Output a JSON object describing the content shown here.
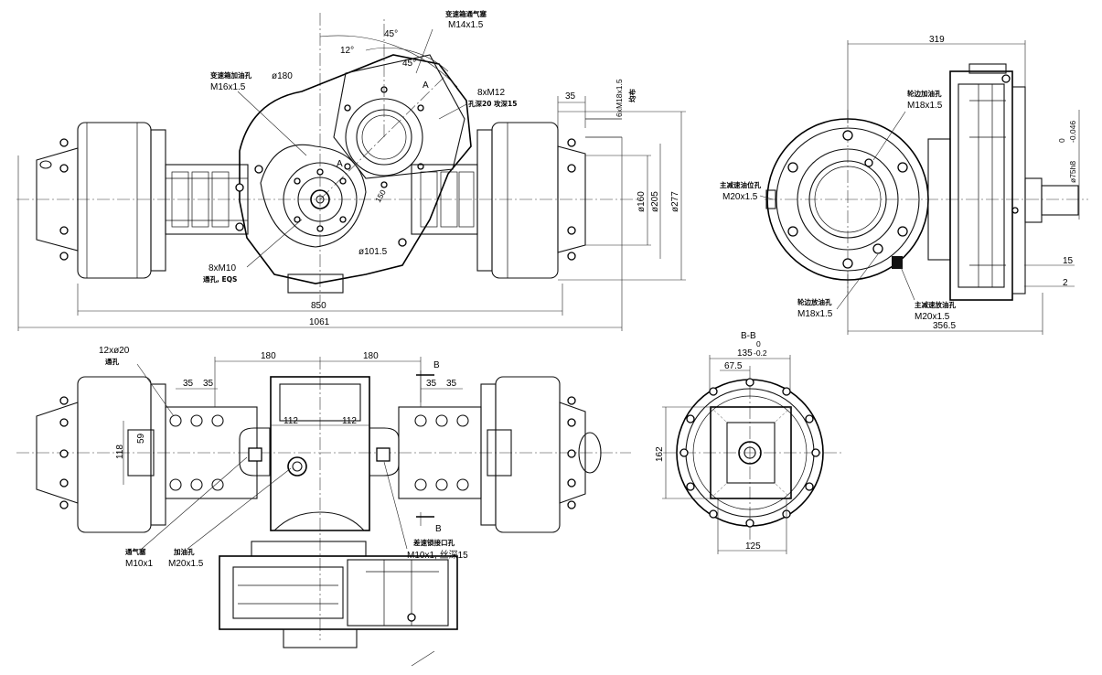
{
  "dimensions": {
    "d850": "850",
    "d1061": "1061",
    "d319": "319",
    "d356_5": "356.5",
    "d35_top": "35",
    "d180_left": "180",
    "d180_right": "180",
    "d35a": "35",
    "d35b": "35",
    "d35c": "35",
    "d35d": "35",
    "d112a": "112",
    "d112b": "112",
    "d118": "118",
    "d59": "59",
    "d162": "162",
    "d125": "125",
    "d67_5": "67.5",
    "d135": "135",
    "d135_tol_upper": "0",
    "d135_tol_lower": "-0.2",
    "d15": "15",
    "d2": "2",
    "phi160": "ø160",
    "phi205": "ø205",
    "phi277": "ø277",
    "phi180": "ø180",
    "phi101_5": "ø101.5",
    "phi75": "ø75h8",
    "phi75_tol_upper": "0",
    "phi75_tol_lower": "-0.046",
    "r150": "150",
    "ang45a": "45°",
    "ang45b": "45°",
    "ang12": "12°",
    "thread_6xM18": "6xM18x1.5"
  },
  "annotations": {
    "breather_gearbox_cn": "变速箱通气塞",
    "breather_gearbox_spec": "M14x1.5",
    "fill_gearbox_cn": "变速箱加油孔",
    "fill_gearbox_spec": "M16x1.5",
    "thread_8xM12": "8xM12",
    "thread_8xM12_depth": "孔深20 攻深15",
    "thread_6xM18_note": "均布",
    "thread_8xM10": "8xM10",
    "thread_8xM10_note": "通孔, EQS",
    "wheel_fill_cn": "轮边加油孔",
    "wheel_fill_spec": "M18x1.5",
    "main_level_cn": "主减速油位孔",
    "main_level_spec": "M20x1.5",
    "wheel_drain_cn": "轮边放油孔",
    "wheel_drain_spec": "M18x1.5",
    "main_drain_cn": "主减速放油孔",
    "main_drain_spec": "M20x1.5",
    "holes_12x": "12xø20",
    "holes_12x_note": "通孔",
    "breather_cn": "通气塞",
    "breather_spec": "M10x1",
    "fill_cn": "加油孔",
    "fill_spec": "M20x1.5",
    "cable_port_cn": "差速锁接口孔",
    "cable_port_spec": "M10x1, 丝深15",
    "section_title": "B-B",
    "section_mark_top": "B",
    "section_mark_bottom": "B",
    "marker_a1": "A",
    "marker_a2": "A"
  }
}
